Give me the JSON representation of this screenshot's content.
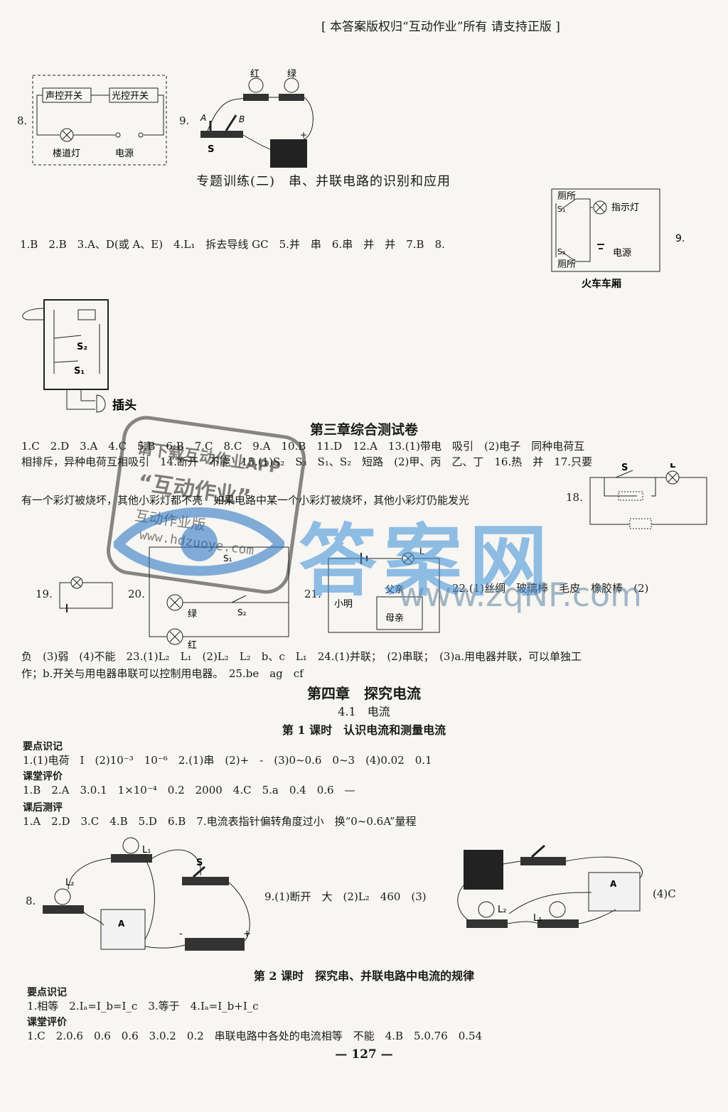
{
  "header": {
    "copyright": "[ 本答案版权归“互动作业”所有 请支持正版 ]"
  },
  "watermark": {
    "stamp_line1": "请下载互动作业APP",
    "stamp_line2": "“互动作业”",
    "stamp_line3": "互动作业版",
    "stamp_url": "www.hdzuoye.com",
    "brand": "答案网",
    "site": "www.zqNF.com"
  },
  "top_figures": {
    "n8": "8.",
    "n9": "9.",
    "f8_sound": "声控开关",
    "f8_light": "光控开关",
    "f8_lamp": "楼道灯",
    "f8_power": "电源",
    "f9_red": "红",
    "f9_green": "绿",
    "f9_a": "A",
    "f9_b": "B",
    "f9_s": "S",
    "f9_plus": "+"
  },
  "special_title": "专题训练(二)　串、并联电路的识别和应用",
  "special_answers": "1.B　2.B　3.A、D(或 A、E)　4.L₁　拆去导线 GC　5.并　串　6.串　并　并　7.B　8.",
  "train_figure": {
    "toilet1": "厕所",
    "s1": "S₁",
    "indicator": "指示灯",
    "s2": "S₂",
    "toilet2": "厕所",
    "power": "电源",
    "caption": "火车车厢",
    "n9": "9."
  },
  "plug_figure": {
    "s2": "S₂",
    "s1": "S₁",
    "plug": "插头"
  },
  "ch3": {
    "title": "第三章综合测试卷",
    "line1": "1.C　2.D　3.A　4.C　5.B　6.B　7.C　8.C　9.A　10.B　11.D　12.A　13.(1)带电　吸引　(2)电子　同种电荷互",
    "line2": "相排斥，异种电荷互相吸引　14.断开　不能　15.(1)S₂　S₃　S₁、S₂　短路　(2)甲、丙　乙、丁　16.热　并　17.只要",
    "line3": "有一个彩灯被烧坏，其他小彩灯都不亮　如果电路中某一个小彩灯被烧坏，其他小彩灯仍能发光",
    "n18": "18.",
    "f18_s": "S",
    "f18_l": "L",
    "n19": "19.",
    "n20": "20.",
    "f20_s1": "S₁",
    "f20_green": "绿",
    "f20_s2": "S₂",
    "f20_red": "红",
    "n21": "21.",
    "f21_father": "父亲",
    "f21_l": "L",
    "f21_xiaoming": "小明",
    "f21_mother": "母亲",
    "line22": "22.(1)丝绸　玻璃棒　毛皮　橡胶棒　(2)",
    "line23": "负　(3)弱　(4)不能　23.(1)L₂　L₁　(2)L₂　L₂　b、c　L₁　24.(1)并联；　(2)串联；　(3)a.用电器并联，可以单独工",
    "line24": "作；b.开关与用电器串联可以控制用电器。　25.be　ag　cf"
  },
  "ch4": {
    "title": "第四章　探究电流",
    "sub": "4.1　电流",
    "lesson1": "第 1 课时　认识电流和测量电流",
    "key_label": "要点识记",
    "key_text": "1.(1)电荷　I　(2)10⁻³　10⁻⁶　2.(1)串　(2)+　-　(3)0~0.6　0~3　(4)0.02　0.1",
    "class_label": "课堂评价",
    "class_text": "1.B　2.A　3.0.1　1×10⁻⁴　0.2　2000　4.C　5.a　0.4　0.6　—",
    "after_label": "课后测评",
    "after_text": "1.A　2.D　3.C　4.B　5.D　6.B　7.电流表指针偏转角度过小　换“0~0.6A”量程",
    "n8": "8.",
    "f8_l1": "L₁",
    "f8_l2": "L₂",
    "f8_s": "S",
    "f8_a": "A",
    "f8_minus": "-",
    "f8_plus": "+",
    "q9_text": "9.(1)断开　大　(2)L₂　460　(3)",
    "f9_l2": "L₂",
    "f9_l1": "L₁",
    "f9_a": "A",
    "q9_tail": "(4)C",
    "lesson2": "第 2 课时　探究串、并联电路中电流的规律",
    "key2_label": "要点识记",
    "key2_text": "1.相等　2.Iₐ=I_b=I_c　3.等于　4.Iₐ=I_b+I_c",
    "class2_label": "课堂评价",
    "class2_text": "1.C　2.0.6　0.6　0.6　3.0.2　0.2　串联电路中各处的电流相等　不能　4.B　5.0.76　0.54"
  },
  "page_number": "— 127 —"
}
